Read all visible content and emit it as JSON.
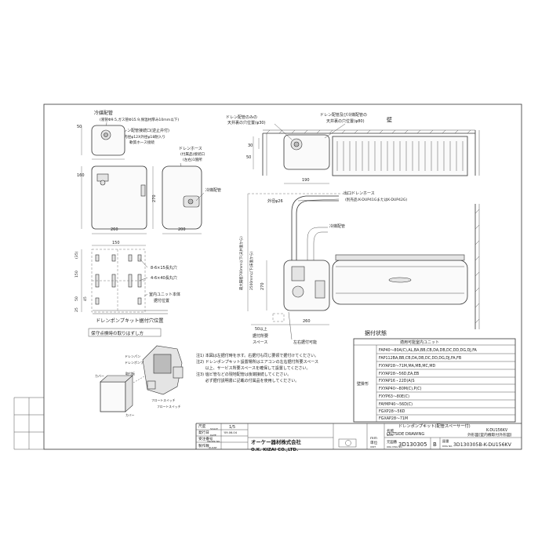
{
  "notes_left": {
    "cooling_pipe": "冷媒配管",
    "pipe_spec": "(液管Φ9.5,ガス管Φ15.9,保温材厚み10mm以下)",
    "drain_conn": "ドレン配管接続口(逆止弁付)",
    "drain_spec": "内径φ12X外径φ18耐入り",
    "drain_hose_conn": "軟質ホース接続",
    "drain_hose": "ドレンホース",
    "attached_conn": "(付属品)接続口",
    "left_right": "(左右)1箇所",
    "cooling_pipe2": "冷媒配管"
  },
  "dims_left": {
    "d50": "50",
    "d160": "160",
    "d270": "270",
    "d260": "260",
    "d200": "200",
    "d150": "150",
    "d35": "(35)",
    "d25": "25",
    "d45": "45",
    "d30": "30"
  },
  "holes": {
    "h1": "8-6×15長丸穴",
    "h2": "4-6×40長丸穴",
    "h3": "室内ユニット本体",
    "h4": "据付位置",
    "title": "ドレンポンプキット据付穴位置"
  },
  "top_notes": {
    "n1": "ドレン配管のみの",
    "n2": "天井裏の穴位置(φ30)",
    "n3": "ドレン配管及び冷媒配管の",
    "n4": "天井裏の穴位置(φ80)",
    "wall": "壁"
  },
  "top_dims": {
    "d30": "30",
    "d50": "50",
    "d190": "190"
  },
  "mid_notes": {
    "outer_d": "外径φ26",
    "outlet_hose": "出口ドレンホース",
    "hose_opt": "(別売品:K-DUP41GまたはK-DUP42G)",
    "cooling": "冷媒配管",
    "lift": "最大揚程700mm以下(天井面から)",
    "lift2": "2500mm以下(床面から)",
    "d270": "270",
    "d50": "50以上",
    "d260": "260",
    "space": "据付所要",
    "space2": "スペース",
    "left_drain": "左右据付可能"
  },
  "maint": {
    "title": "保守点検時の取りはずし方",
    "parts": [
      "カバー",
      "ドレンパン",
      "ドレンポンプ",
      "フロートスイッチ",
      "フロートスイッチ",
      "取付板",
      "カバー"
    ]
  },
  "footnotes": [
    "注1) 本図は左据付時を示す。右据付も同じ要領で据付けてください。",
    "注2) ドレンポンプキット設置場所はエアコンの左右据付所要スペース",
    "　　 以上、サービス所要スペースを確保して設置してください。",
    "注3) 塩ビ管などの現地配管は後端接続してください。",
    "　　 必ず据付説明書に記載の付属品を使用してください。"
  ],
  "install_table": {
    "title": "据付状態",
    "header": "適用可能室内ユニット",
    "mount": "壁掛形",
    "rows": [
      "FAP40～80A(C),AL,BA,BB,CB,DA,DB,DC,DD,DG,DJ,FA",
      "FAP112BA,BB,CB,DA,DB,DC,DD,DG,DJ,FA,FB",
      "FXYAP28～71M,MA,MB,MC,MD",
      "FXYAP28～56D,EA,EB",
      "FXYAP16・22D(A)S",
      "FXYAP40～80M(C),P(C)",
      "FXYP63～80E(C)",
      "FAYMP40～56D(C)",
      "FGXP28～56D",
      "FGXAP28～71M"
    ]
  },
  "title_block": {
    "scale_label": "尺度",
    "scale_sub": "SCALE",
    "date_label": "発行日",
    "date_sub": "DATE",
    "order_label": "受注番号",
    "order_sub": "ORDER NO.",
    "maker_label": "製作数",
    "maker_sub": "QUANT",
    "scale_value": "1/5",
    "date_value": "'09.05.14",
    "date_value2": "'09.06.04",
    "company_jp": "オーケー器材株式会社",
    "company_en": "O.K. KIZAI CO.,LTD.",
    "unit_label": "単位",
    "unit_sub": "UNIT",
    "unit_value": "mm",
    "orig_label": "元図番",
    "orig_sub": "ORG DWG NO.",
    "orig_value": "3D130305",
    "rev": "B",
    "name_label": "名称",
    "name_sub": "NAME",
    "name_value": "ドレンポンプキット(配管スペーサー付)",
    "model": "K-DU156KV",
    "outside": "OUTSIDE DRAWING",
    "outside_jp": "外形図(室内機取付外形図)",
    "dwg_label": "図番",
    "dwg_sub": "DWG NO.",
    "dwg_value": "3D130305B-K-DU156KV"
  }
}
